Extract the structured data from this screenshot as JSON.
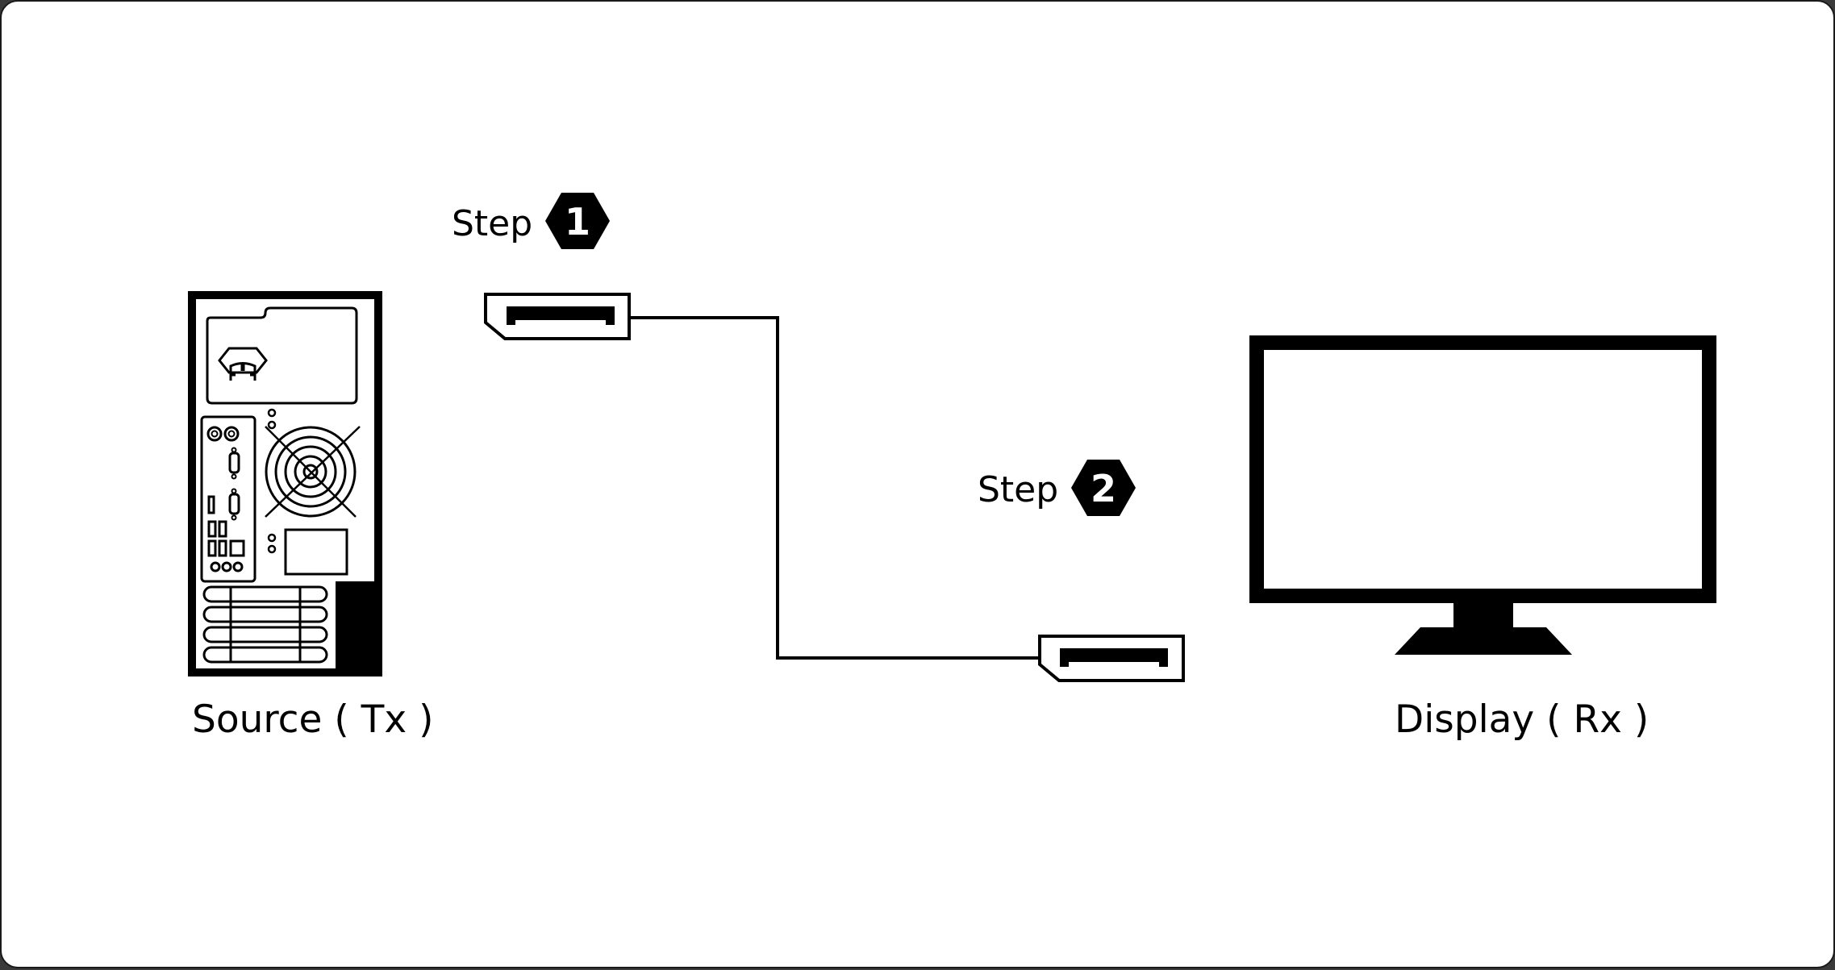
{
  "source": {
    "label": "Source ( Tx )"
  },
  "display": {
    "label": "Display ( Rx )"
  },
  "steps": [
    {
      "word": "Step",
      "number": "1"
    },
    {
      "word": "Step",
      "number": "2"
    }
  ],
  "colors": {
    "line": "#000000",
    "background": "#ffffff"
  },
  "icons": {
    "source": "pc-tower-rear-icon",
    "display": "monitor-icon",
    "connector": "displayport-connector-icon"
  }
}
